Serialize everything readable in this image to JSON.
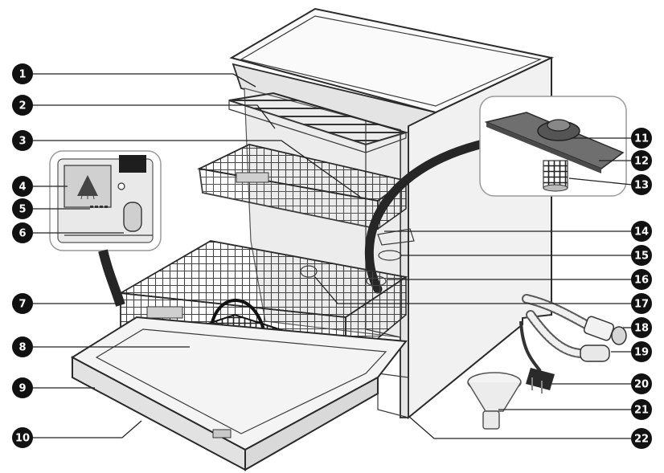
{
  "colors": {
    "callout": "#111111",
    "callout_text": "#ffffff",
    "line": "#222222",
    "body_side": "#f1f1f1",
    "body_top": "#fafafa",
    "hose": "#2d2d2d",
    "door": "#f4f4f4"
  },
  "icons": [
    "dishwasher-illustration",
    "detergent-dispenser-inset",
    "filter-assembly-inset",
    "funnel-icon",
    "power-plug-icon"
  ],
  "callouts": [
    {
      "n": "1"
    },
    {
      "n": "2"
    },
    {
      "n": "3"
    },
    {
      "n": "4"
    },
    {
      "n": "5"
    },
    {
      "n": "6"
    },
    {
      "n": "7"
    },
    {
      "n": "8"
    },
    {
      "n": "9"
    },
    {
      "n": "10"
    },
    {
      "n": "11"
    },
    {
      "n": "12"
    },
    {
      "n": "13"
    },
    {
      "n": "14"
    },
    {
      "n": "15"
    },
    {
      "n": "16"
    },
    {
      "n": "17"
    },
    {
      "n": "18"
    },
    {
      "n": "19"
    },
    {
      "n": "20"
    },
    {
      "n": "21"
    },
    {
      "n": "22"
    }
  ]
}
